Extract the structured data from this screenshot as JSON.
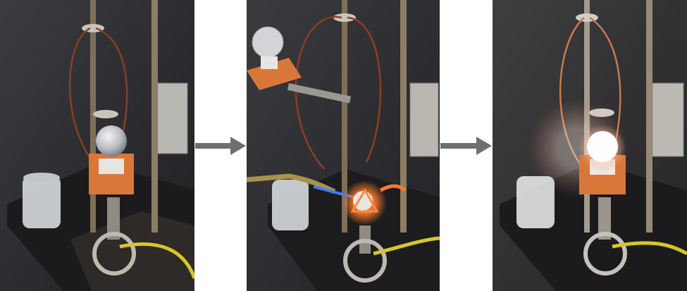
{
  "colors": {
    "background": "#ffffff",
    "bench": "#2b2b2e",
    "wood_block": "#d9773a",
    "rod": "#8a7b63",
    "wire": "#8b3e22",
    "yellow_hose": "#d8c52a",
    "flame_blue": "#3e7df2",
    "flame_orange": "#ff7a2a",
    "arrow": "#6f6f6f",
    "glow_white": "#ffffff"
  },
  "panels": [
    {
      "id": "setup",
      "icon": "light-bulb-on-ring-stand"
    },
    {
      "id": "heating",
      "icon": "bunsen-burner-flame"
    },
    {
      "id": "glowing",
      "icon": "glowing-light-bulb"
    }
  ],
  "arrows": [
    {
      "icon": "right-arrow-icon"
    },
    {
      "icon": "right-arrow-icon"
    }
  ]
}
